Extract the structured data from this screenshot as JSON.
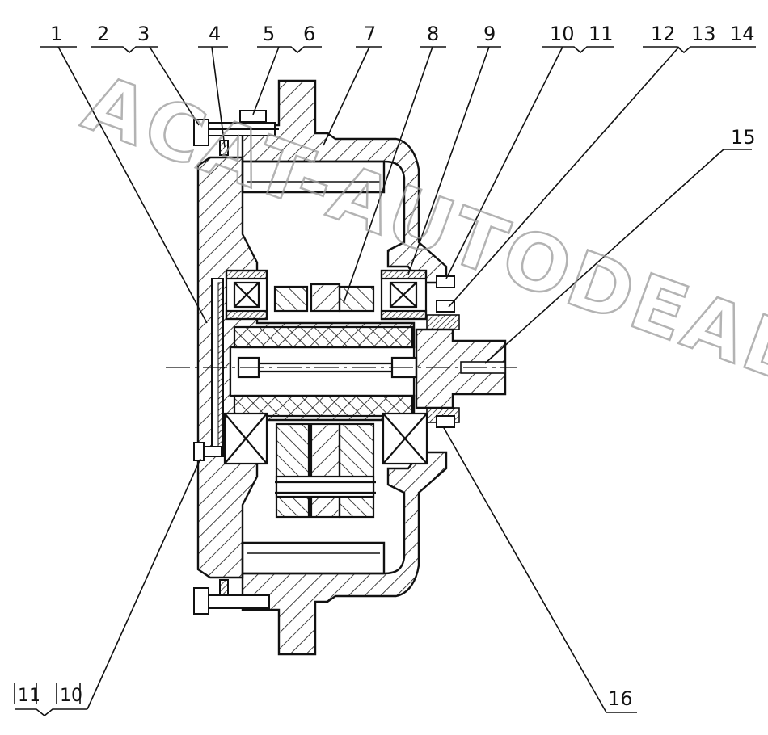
{
  "callouts": {
    "top": [
      "1",
      "2",
      "3",
      "4",
      "5",
      "6",
      "7",
      "8",
      "9",
      "10",
      "11",
      "12",
      "13",
      "14"
    ],
    "right": "15",
    "bottom_right": "16",
    "bottom_left_a": "11",
    "bottom_left_b": "10"
  },
  "watermark": "ACAT-AUTODEALER.RU"
}
